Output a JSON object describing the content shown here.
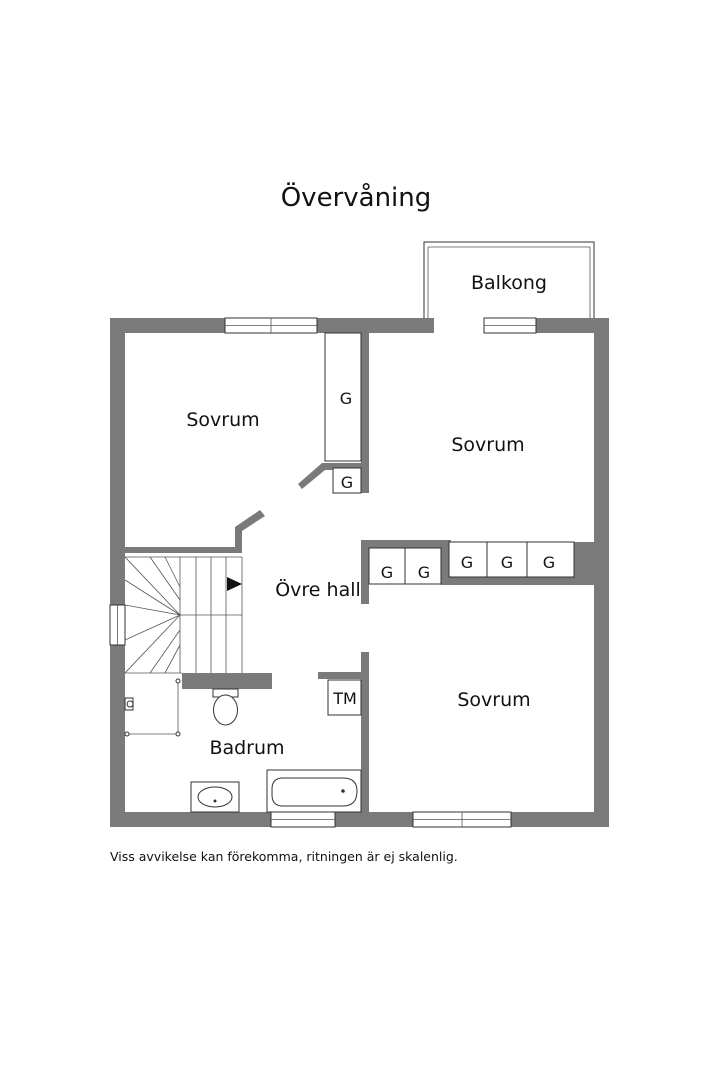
{
  "title": "Övervåning",
  "rooms": {
    "balcony": "Balkong",
    "bedroom_nw": "Sovrum",
    "bedroom_ne": "Sovrum",
    "bedroom_se": "Sovrum",
    "hall": "Övre hall",
    "bathroom": "Badrum"
  },
  "closets": {
    "nw_tall": "G",
    "nw_small": "G",
    "hall_1": "G",
    "hall_2": "G",
    "ne_1": "G",
    "ne_2": "G",
    "ne_3": "G"
  },
  "laundry": "TM",
  "disclaimer": "Viss avvikelse kan förekomma, ritningen är ej skalenlig.",
  "colors": {
    "wall": "#7a7a7a",
    "line": "#333333",
    "background": "#ffffff"
  }
}
